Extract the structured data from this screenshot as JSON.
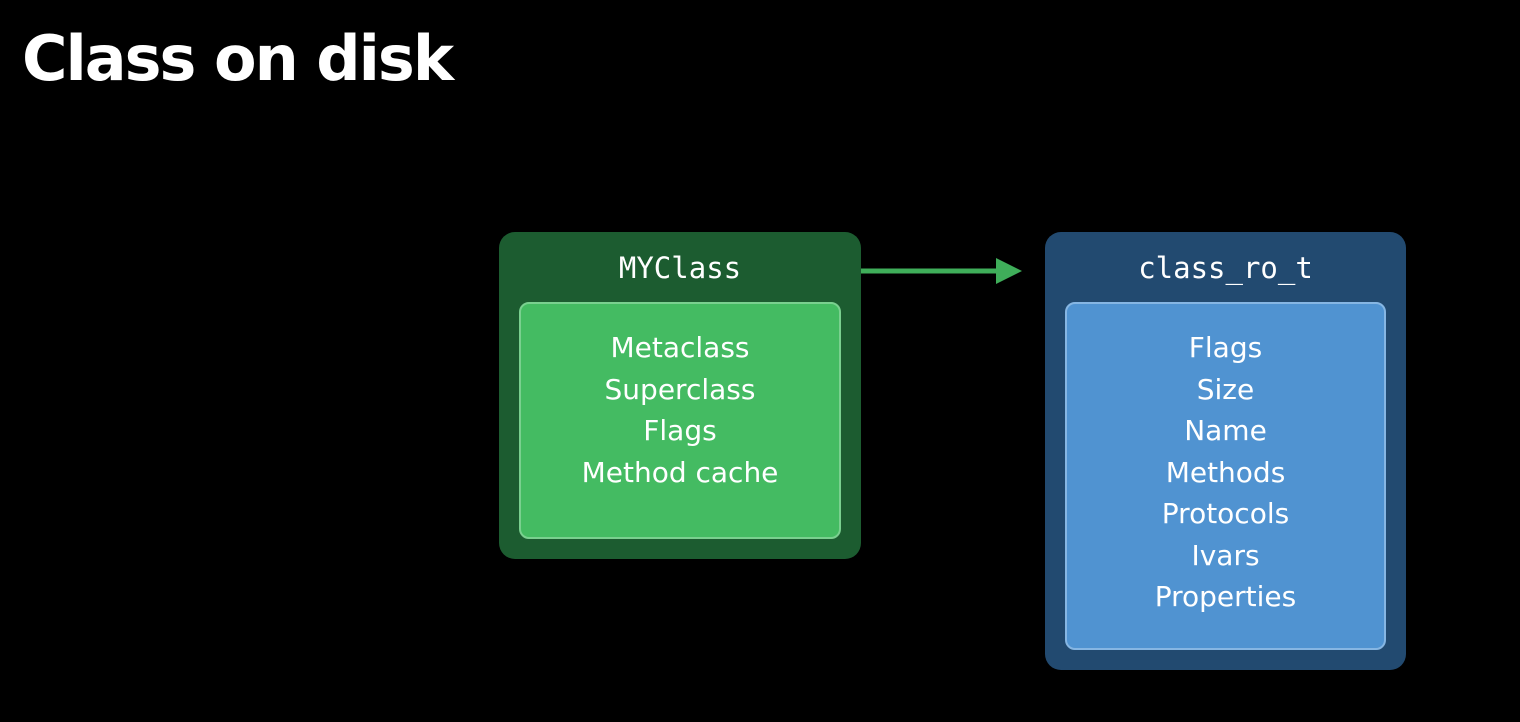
{
  "title": "Class on disk",
  "colors": {
    "background": "#000000",
    "myclass_outer": "#1c5c30",
    "myclass_inner": "#44bb62",
    "classro_outer": "#224a70",
    "classro_inner": "#5093d1",
    "arrow": "#3fae5a"
  },
  "boxes": {
    "myclass": {
      "name": "MYClass",
      "fields": [
        "Metaclass",
        "Superclass",
        "Flags",
        "Method cache"
      ]
    },
    "class_ro_t": {
      "name": "class_ro_t",
      "fields": [
        "Flags",
        "Size",
        "Name",
        "Methods",
        "Protocols",
        "Ivars",
        "Properties"
      ]
    }
  },
  "arrow": {
    "from": "myclass",
    "to": "class_ro_t"
  }
}
